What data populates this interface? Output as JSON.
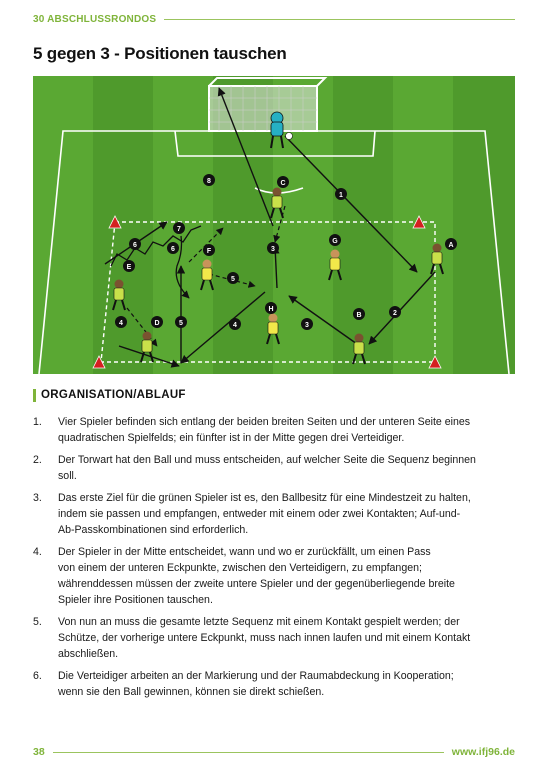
{
  "header": {
    "label": "30 ABSCHLUSSRONDOS"
  },
  "title": "5 gegen 3 - Positionen tauschen",
  "diagram": {
    "player_labels": [
      "A",
      "B",
      "C",
      "D",
      "E",
      "F",
      "G",
      "H"
    ],
    "pass_numbers": [
      "1",
      "2",
      "3",
      "3",
      "4",
      "4",
      "5",
      "5",
      "6",
      "6",
      "7",
      "8"
    ],
    "colors": {
      "grass_dark": "#4f9a2c",
      "grass_light": "#5fac35",
      "attacker": "#c9e04a",
      "keeper": "#26b0c4",
      "defender": "#f2e84a"
    }
  },
  "section": {
    "heading": "ORGANISATION/ABLAUF"
  },
  "steps": [
    {
      "num": "1.",
      "lines": [
        "Vier Spieler befinden sich entlang der beiden breiten Seiten und der unteren Seite eines",
        "quadratischen Spielfelds; ein fünfter ist in der Mitte gegen drei Verteidiger."
      ]
    },
    {
      "num": "2.",
      "lines": [
        "Der Torwart hat den Ball und muss entscheiden, auf welcher Seite die Sequenz beginnen",
        "soll."
      ]
    },
    {
      "num": "3.",
      "lines": [
        "Das erste Ziel für die grünen Spieler ist es, den Ballbesitz für eine Mindestzeit zu halten,",
        "indem sie passen und empfangen, entweder mit einem oder zwei Kontakten; Auf-und-",
        "Ab-Passkombinationen sind erforderlich."
      ]
    },
    {
      "num": "4.",
      "lines": [
        "Der Spieler in der Mitte entscheidet, wann und wo er zurückfällt, um einen Pass",
        "von einem der unteren Eckpunkte, zwischen den Verteidigern, zu empfangen;",
        "währenddessen müssen der zweite untere Spieler und der gegenüberliegende breite",
        "Spieler ihre Positionen tauschen."
      ]
    },
    {
      "num": "5.",
      "lines": [
        "Von nun an muss die gesamte letzte Sequenz mit einem Kontakt gespielt werden; der",
        "Schütze, der vorherige untere Eckpunkt, muss nach innen laufen und mit einem Kontakt",
        "abschließen."
      ]
    },
    {
      "num": "6.",
      "lines": [
        "Die Verteidiger arbeiten an der Markierung und der Raumabdeckung in Kooperation;",
        "wenn sie den Ball gewinnen, können sie direkt schießen."
      ]
    }
  ],
  "footer": {
    "page": "38",
    "site": "www.ifj96.de"
  }
}
